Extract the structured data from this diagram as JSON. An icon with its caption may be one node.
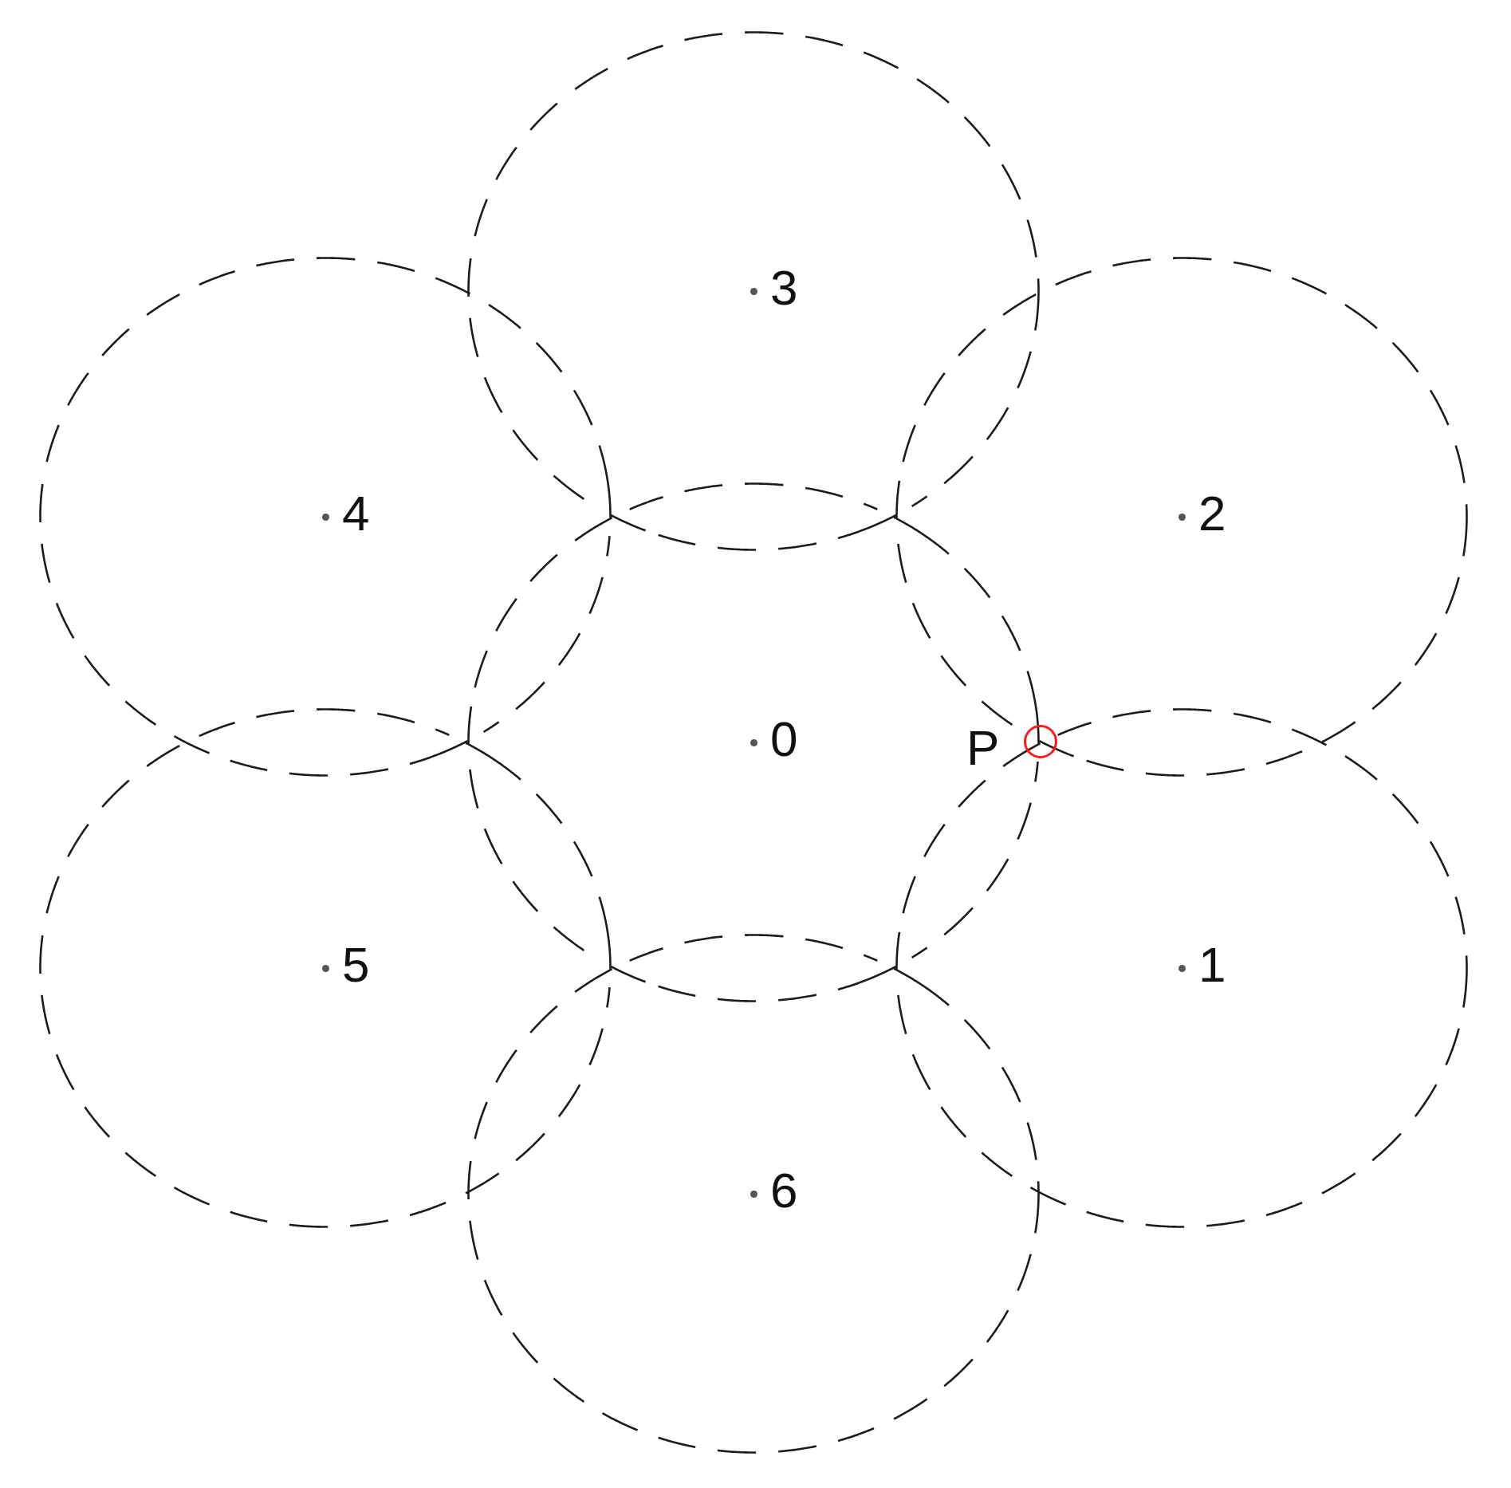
{
  "diagram": {
    "nodes": [
      {
        "text": [
          "3"
        ]
      },
      {
        "text": [
          "4"
        ]
      },
      {
        "text": [
          "2"
        ]
      },
      {
        "text": [
          "0"
        ]
      },
      {
        "text": [
          "5"
        ]
      },
      {
        "text": [
          "1"
        ]
      },
      {
        "text": [
          "6"
        ]
      }
    ],
    "labels": [
      "P"
    ]
  }
}
